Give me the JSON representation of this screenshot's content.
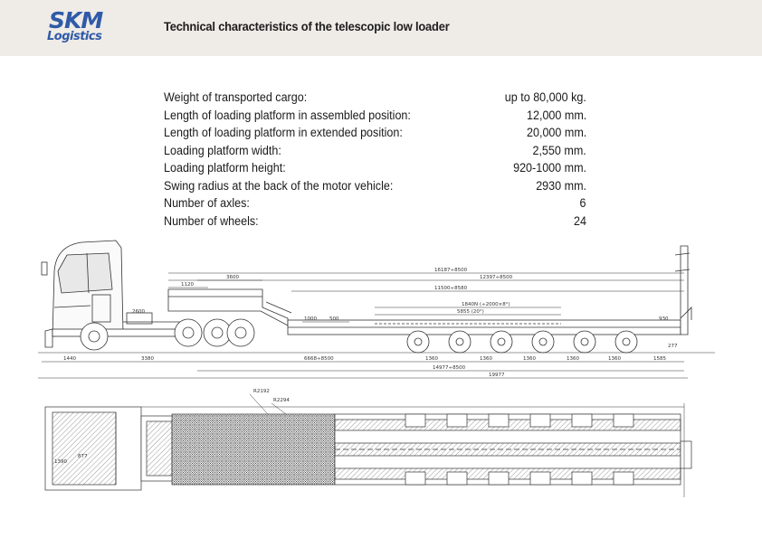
{
  "logo": {
    "line1": "SKM",
    "line2": "Logistics"
  },
  "header": {
    "title": "Technical characteristics of the telescopic low loader"
  },
  "specs": [
    {
      "label": "Weight of transported cargo:",
      "value": "up to 80,000 kg."
    },
    {
      "label": "Length of loading platform in assembled position:",
      "value": "12,000 mm."
    },
    {
      "label": "Length of loading platform in extended position:",
      "value": "20,000 mm."
    },
    {
      "label": "Loading platform width:",
      "value": "2,550 mm."
    },
    {
      "label": "Loading platform height:",
      "value": "920-1000 mm."
    },
    {
      "label": "Swing radius at the back of the motor vehicle:",
      "value": "2930 mm."
    },
    {
      "label": "Number of axles:",
      "value": "6"
    },
    {
      "label": "Number of wheels:",
      "value": "24"
    }
  ],
  "drawing": {
    "side_dims": {
      "d1": "16187÷8500",
      "d2": "12397÷8500",
      "d3": "11500÷8580",
      "d4": "1840N (÷2000×8°)",
      "d5": "5855 (20°)",
      "d6": "3600",
      "d7": "1120",
      "d8": "1000",
      "d9": "500",
      "d10": "2600",
      "b1": "1440",
      "b2": "3380",
      "b3": "6668÷8500",
      "b4": "1360",
      "b5": "1360",
      "b6": "1360",
      "b7": "1360",
      "b8": "1360",
      "b9": "1585",
      "b10": "14977÷8500",
      "b11": "19977",
      "r1": "930",
      "r2": "277"
    },
    "top_dims": {
      "t1": "R2192",
      "t2": "R2294",
      "t3": "1390",
      "t4": "877"
    }
  }
}
